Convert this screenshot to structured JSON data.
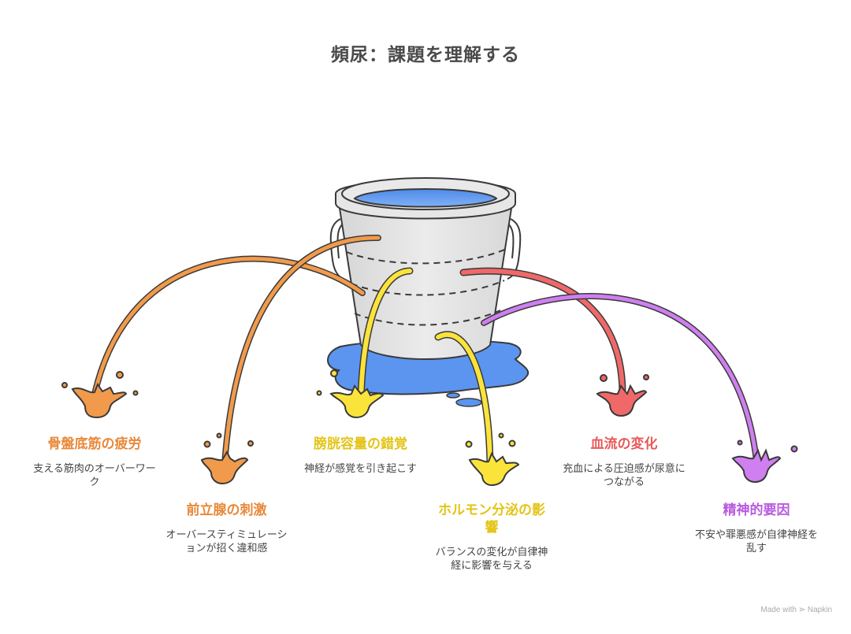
{
  "title": "頻尿：課題を理解する",
  "colors": {
    "water": "#5b95f0",
    "bucket": "#e4e4e4",
    "outline": "#3a3a3a",
    "orange": "#f29a4b",
    "yellow": "#fbe43a",
    "red": "#f06868",
    "purple": "#cf7ff0"
  },
  "factors": [
    {
      "title": "骨盤底筋の疲労",
      "desc": "支える筋肉のオーバーワーク",
      "color": "#e8893a"
    },
    {
      "title": "前立腺の刺激",
      "desc": "オーバースティミュレーションが招く違和感",
      "color": "#e8893a"
    },
    {
      "title": "膀胱容量の錯覚",
      "desc": "神経が感覚を引き起こす",
      "color": "#e3c417"
    },
    {
      "title": "ホルモン分泌の影響",
      "desc": "バランスの変化が自律神経に影響を与える",
      "color": "#e3c417"
    },
    {
      "title": "血流の変化",
      "desc": "充血による圧迫感が尿意につながる",
      "color": "#e85a5a"
    },
    {
      "title": "精神的要因",
      "desc": "不安や罪悪感が自律神経を乱す",
      "color": "#b85ce0"
    }
  ],
  "footer": "Made with ⋗ Napkin"
}
